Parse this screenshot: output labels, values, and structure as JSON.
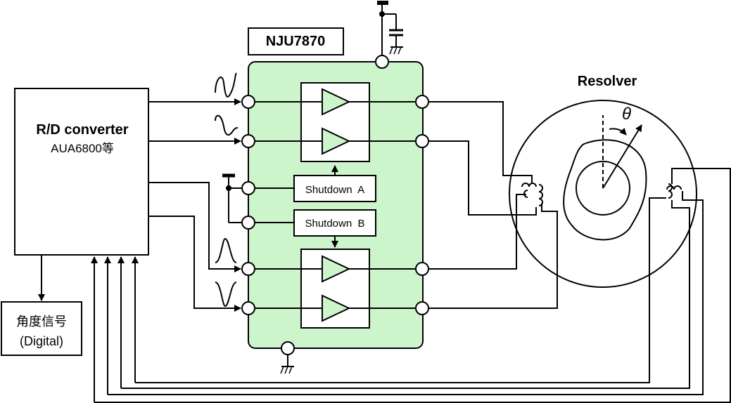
{
  "chip": {
    "name": "NJU7870",
    "fill": "#ccf5cc"
  },
  "converter": {
    "title": "R/D converter",
    "subtitle": "AUA6800等"
  },
  "output_box": {
    "line1": "角度信号",
    "line2": "(Digital)"
  },
  "shutdown_a": "Shutdown  A",
  "shutdown_b": "Shutdown  B",
  "resolver": {
    "title": "Resolver",
    "angle_symbol": "θ"
  }
}
